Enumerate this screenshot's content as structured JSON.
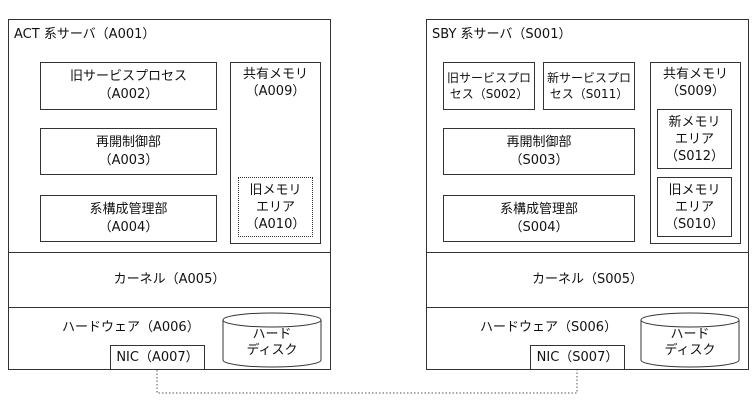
{
  "act": {
    "title": "ACT 系サーバ（A001）",
    "old_service_process": "旧サービスプロセス\n（A002）",
    "restart_control": "再開制御部\n（A003）",
    "system_config": "系構成管理部\n（A004）",
    "shared_memory": "共有メモリ\n（A009）",
    "old_memory_area": "旧メモリ\nエリア\n（A010）",
    "kernel": "カーネル（A005）",
    "hardware": "ハードウェア（A006）",
    "nic": "NIC（A007）",
    "disk": "ハード\nディスク"
  },
  "sby": {
    "title": "SBY 系サーバ（S001）",
    "old_service_process": "旧サービスプロ\nセス（S002）",
    "new_service_process": "新サービスプロ\nセス（S011）",
    "restart_control": "再開制御部\n（S003）",
    "system_config": "系構成管理部\n（S004）",
    "shared_memory": "共有メモリ\n（S009）",
    "new_memory_area": "新メモリ\nエリア\n（S012）",
    "old_memory_area": "旧メモリ\nエリア\n（S010）",
    "kernel": "カーネル（S005）",
    "hardware": "ハードウェア（S006）",
    "nic": "NIC（S007）",
    "disk": "ハード\nディスク"
  }
}
